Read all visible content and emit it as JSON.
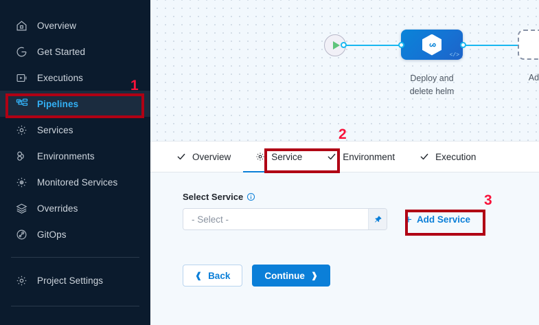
{
  "sidebar": {
    "items": [
      {
        "label": "Overview",
        "icon": "home-icon",
        "active": false
      },
      {
        "label": "Get Started",
        "icon": "get-started-icon",
        "active": false
      },
      {
        "label": "Executions",
        "icon": "executions-icon",
        "active": false
      },
      {
        "label": "Pipelines",
        "icon": "pipelines-icon",
        "active": true
      },
      {
        "label": "Services",
        "icon": "gear-icon",
        "active": false
      },
      {
        "label": "Environments",
        "icon": "environments-icon",
        "active": false
      },
      {
        "label": "Monitored Services",
        "icon": "monitored-services-icon",
        "active": false
      },
      {
        "label": "Overrides",
        "icon": "layers-icon",
        "active": false
      },
      {
        "label": "GitOps",
        "icon": "gitops-icon",
        "active": false
      }
    ],
    "settings": {
      "label": "Project Settings",
      "icon": "gear-icon"
    },
    "colors": {
      "background": "#0b1b2d",
      "active_background": "#1b2c3f",
      "active_text": "#33b0f5",
      "text": "#cfd6de"
    }
  },
  "canvas": {
    "start_node": {
      "name": "start-node",
      "icon": "play-icon"
    },
    "end_node": {
      "name": "end-node",
      "icon": "stop-icon"
    },
    "stage": {
      "label": "Deploy and\ndelete helm",
      "label_line1": "Deploy and",
      "label_line2": "delete helm",
      "icon": "helm-hexagon-icon",
      "badge": "</>",
      "color": "#0a84d8"
    },
    "add_stage": {
      "label": "Add Stage",
      "icon": "plus-icon"
    },
    "wire_color": "#19b8f0"
  },
  "tabs": {
    "items": [
      {
        "label": "Overview",
        "icon": "check-icon",
        "active": false
      },
      {
        "label": "Service",
        "icon": "gear-icon",
        "active": true
      },
      {
        "label": "Environment",
        "icon": "check-icon",
        "active": false
      },
      {
        "label": "Execution",
        "icon": "check-icon",
        "active": false
      }
    ],
    "active_underline_color": "#0b7fd8"
  },
  "form": {
    "select_service": {
      "label": "Select Service",
      "info_icon": "info-icon",
      "placeholder": "- Select -",
      "value": "- Select -",
      "pin_icon": "pin-icon"
    },
    "add_service": {
      "label": "Add Service",
      "icon": "plus-icon"
    },
    "buttons": {
      "back": {
        "label": "Back",
        "icon": "chevron-left-icon"
      },
      "continue": {
        "label": "Continue",
        "icon": "chevron-right-icon"
      }
    }
  },
  "annotations": {
    "box_color": "#b00014",
    "number_color": "#f8123a",
    "items": [
      {
        "number": "1",
        "target": "sidebar-item-pipelines"
      },
      {
        "number": "2",
        "target": "tab-service"
      },
      {
        "number": "3",
        "target": "add-service-button"
      }
    ]
  }
}
